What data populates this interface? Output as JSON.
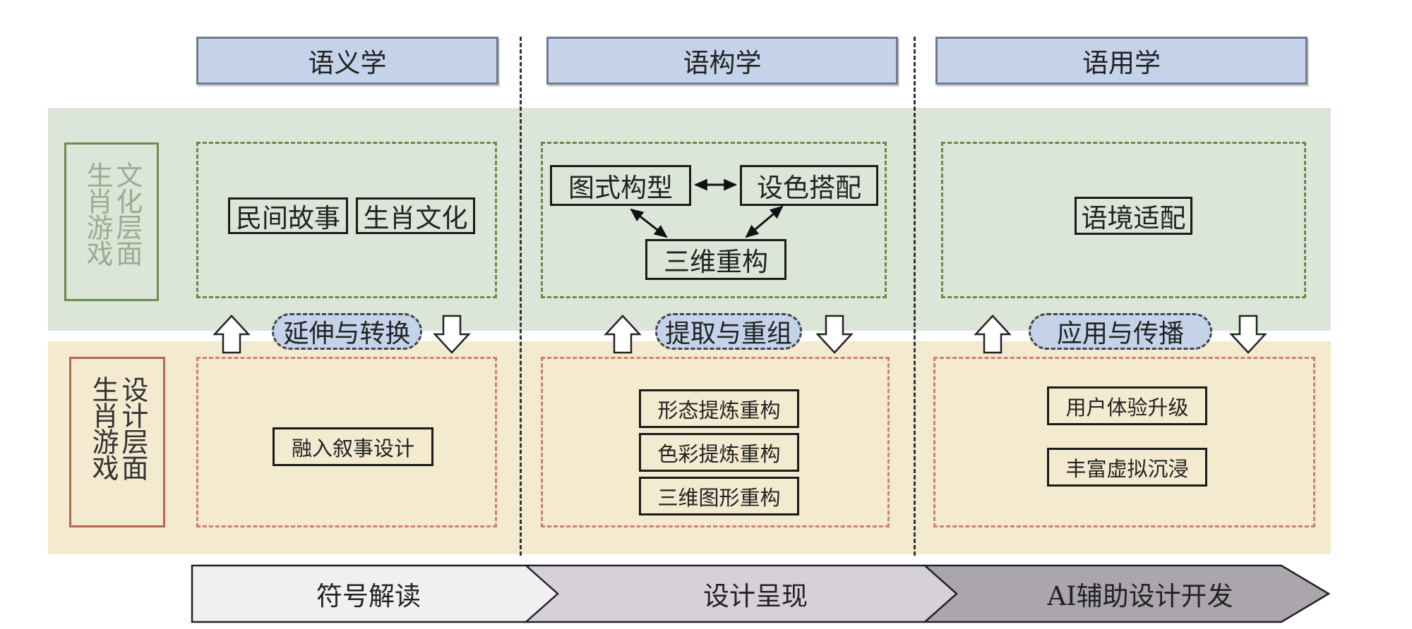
{
  "columns": {
    "semantics": "语义学",
    "syntactics": "语构学",
    "pragmatics": "语用学"
  },
  "layers": {
    "culture": [
      "文化层面",
      "生肖游戏"
    ],
    "design": [
      "设计层面",
      "生肖游戏"
    ]
  },
  "culture_items": {
    "folk_story": "民间故事",
    "zodiac_culture": "生肖文化",
    "pattern_structure": "图式构型",
    "color_matching": "设色搭配",
    "three_d_reconstruct": "三维重构",
    "context_adapt": "语境适配"
  },
  "transitions": {
    "extend": "延伸与转换",
    "extract": "提取与重组",
    "apply": "应用与传播"
  },
  "design_items": {
    "narrative": "融入叙事设计",
    "form_refine": "形态提炼重构",
    "color_refine": "色彩提炼重构",
    "graphic_refine": "三维图形重构",
    "ux_upgrade": "用户体验升级",
    "immersion": "丰富虚拟沉浸"
  },
  "process": {
    "step1": "符号解读",
    "step2": "设计呈现",
    "step3": "AI辅助设计开发"
  },
  "colors": {
    "header_fill": "#c5d3ea",
    "culture_band": "#dbe6d9",
    "design_band": "#f4ead0",
    "chevron_1": "#f0f0f0",
    "chevron_2": "#d6d0d9",
    "chevron_3": "#aaa6ac"
  }
}
